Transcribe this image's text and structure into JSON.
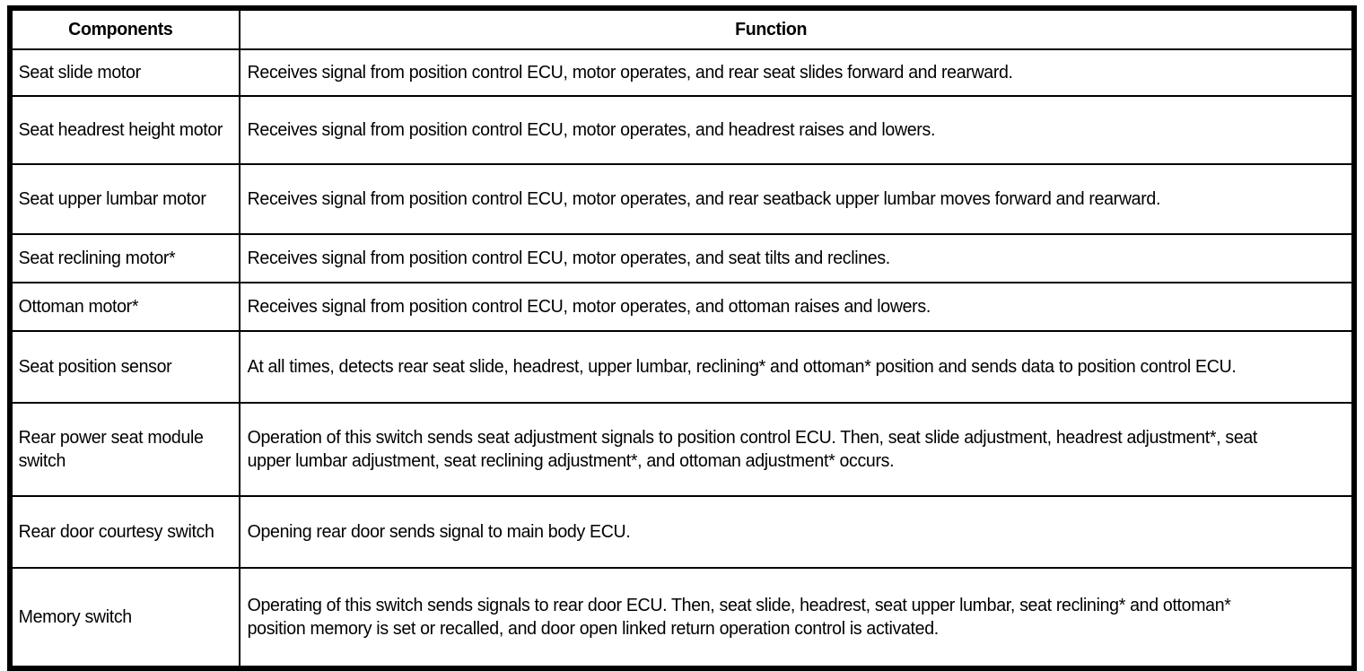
{
  "table": {
    "headers": {
      "components": "Components",
      "function": "Function"
    },
    "rows": [
      {
        "component": "Seat slide motor",
        "function": "Receives signal from position control ECU, motor operates, and rear seat slides forward and rearward."
      },
      {
        "component": "Seat headrest height motor",
        "function": "Receives signal from position control ECU, motor operates, and headrest raises and lowers."
      },
      {
        "component": "Seat upper lumbar motor",
        "function": "Receives signal from position control ECU, motor operates, and rear seatback upper lumbar moves forward and rearward."
      },
      {
        "component": "Seat reclining motor*",
        "function": "Receives signal from position control ECU, motor operates, and seat tilts and reclines."
      },
      {
        "component": "Ottoman motor*",
        "function": "Receives signal from position control ECU, motor operates, and ottoman raises and lowers."
      },
      {
        "component": "Seat position sensor",
        "function": "At all times, detects rear seat slide, headrest, upper lumbar, reclining* and ottoman* position and sends data to position control ECU."
      },
      {
        "component": "Rear power seat module switch",
        "function": "Operation of this switch sends seat adjustment signals to position control ECU. Then, seat slide adjustment, headrest adjustment*, seat upper lumbar adjustment, seat reclining adjustment*, and ottoman adjustment* occurs."
      },
      {
        "component": "Rear door courtesy switch",
        "function": "Opening rear door sends signal to main body ECU."
      },
      {
        "component": "Memory switch",
        "function": "Operating of this switch sends signals to rear door ECU. Then, seat slide, headrest, seat upper lumbar, seat reclining* and ottoman* position memory is set or recalled, and door open linked return operation control is activated."
      }
    ]
  },
  "colors": {
    "border": "#000000",
    "text": "#000000",
    "background": "#ffffff"
  }
}
